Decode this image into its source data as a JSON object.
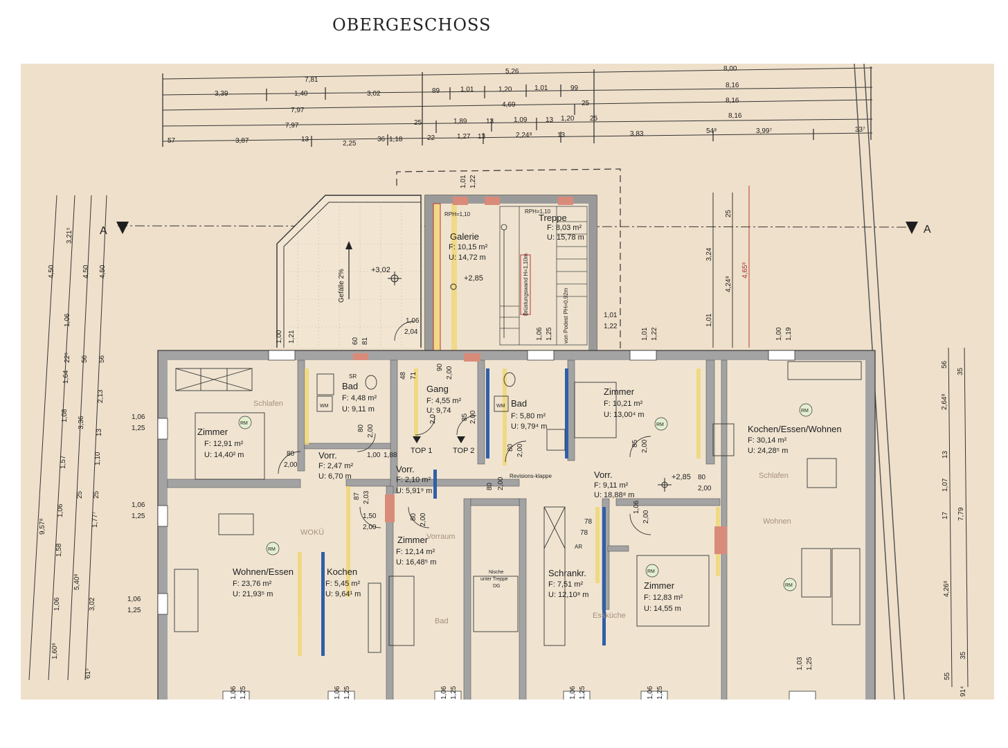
{
  "title": "OBERGESCHOSS",
  "section": {
    "label": "A"
  },
  "rooms": [
    {
      "id": "schlafen-zimmer",
      "name": "Zimmer",
      "area": "F: 12,91 m²",
      "perimeter": "U: 14,40² m"
    },
    {
      "id": "bad-top1",
      "name": "Bad",
      "area": "F: 4,48 m²",
      "perimeter": "U: 9,11 m"
    },
    {
      "id": "gang",
      "name": "Gang",
      "area": "F: 4,55 m²",
      "perimeter": "U: 9,74"
    },
    {
      "id": "galerie",
      "name": "Galerie",
      "area": "F: 10,15 m²",
      "perimeter": "U: 14,72 m"
    },
    {
      "id": "treppe",
      "name": "Treppe",
      "area": "F: 8,03 m²",
      "perimeter": "U: 15,78 m"
    },
    {
      "id": "bad-top2",
      "name": "Bad",
      "area": "F: 5,80 m²",
      "perimeter": "U: 9,79⁴ m"
    },
    {
      "id": "zimmer-top2",
      "name": "Zimmer",
      "area": "F: 10,21 m²",
      "perimeter": "U: 13,00⁴ m"
    },
    {
      "id": "kochen-essen-wohnen",
      "name": "Kochen/Essen/Wohnen",
      "area": "F: 30,14 m²",
      "perimeter": "U: 24,28⁵ m"
    },
    {
      "id": "vorr-1",
      "name": "Vorr.",
      "area": "F: 2,47 m²",
      "perimeter": "U: 6,70 m"
    },
    {
      "id": "vorr-2",
      "name": "Vorr.",
      "area": "F: 2,10 m²",
      "perimeter": "U: 5,91⁹ m"
    },
    {
      "id": "vorr-3",
      "name": "Vorr.",
      "area": "F: 9,11 m²",
      "perimeter": "U: 18,88⁸ m"
    },
    {
      "id": "wohnen-essen",
      "name": "Wohnen/Essen",
      "area": "F: 23,76 m²",
      "perimeter": "U: 21,93⁵ m"
    },
    {
      "id": "kochen",
      "name": "Kochen",
      "area": "F: 5,45 m²",
      "perimeter": "U: 9,64¹ m"
    },
    {
      "id": "zimmer-mitte",
      "name": "Zimmer",
      "area": "F: 12,14 m²",
      "perimeter": "U: 16,48⁵ m"
    },
    {
      "id": "schrankr",
      "name": "Schrankr.",
      "area": "F: 7,51 m²",
      "perimeter": "U: 12,10⁸ m"
    },
    {
      "id": "zimmer-rechts",
      "name": "Zimmer",
      "area": "F: 12,83 m²",
      "perimeter": "U: 14,55 m"
    }
  ],
  "unit_labels": [
    "TOP 1",
    "TOP 2"
  ],
  "levels": [
    "+3,02",
    "+2,85",
    "+2,85"
  ],
  "annotations": {
    "gefaelle": "Gefälle 2%",
    "rph_1": "RPH=1,10",
    "rph_2": "RPH=1,10",
    "bruestung": "Brüstungswand H=1,10m",
    "podest": "von Podest PH=0,92m",
    "revision": "Revisions-klappe",
    "nische_1": "Nische",
    "nische_2": "unter Treppe",
    "nische_3": "DG",
    "sr": "SR",
    "ar": "AR",
    "wm_1": "WM",
    "wm_2": "WM",
    "rm": "RM"
  },
  "ghost_labels": [
    "Schlafen",
    "WOKÜ",
    "Vorraum",
    "Bad",
    "Essküche",
    "Schlafen",
    "Wohnen"
  ],
  "dimension_rows": [
    [
      "7,81",
      "5,26",
      "8,00"
    ],
    [
      "3,39",
      "1,40",
      "3,02",
      "89",
      "1,01",
      "1,20",
      "1,01",
      "99",
      "8,16"
    ],
    [
      "7,97",
      "4,69",
      "25",
      "8,16"
    ],
    [
      "7,97",
      "25",
      "1,89",
      "13",
      "1,09",
      "13",
      "1,20",
      "25",
      "8,16"
    ],
    [
      "57",
      "3,87",
      "13",
      "2,25",
      "36",
      "1,18",
      "22",
      "1,27",
      "13",
      "2,24⁸",
      "13",
      "3,83",
      "54⁸",
      "3,99⁷",
      "33⁷"
    ]
  ],
  "left_dims": [
    "4,50",
    "3,21⁵",
    "4,50",
    "4,50",
    "1,06",
    "22⁵",
    "56",
    "56",
    "1,64",
    "2,13",
    "1,08",
    "3,36",
    "13",
    "1,57",
    "1,10",
    "25",
    "25",
    "1,06",
    "1,77⁷",
    "9,57⁸",
    "1,58",
    "5,40⁸",
    "1,06",
    "3,02",
    "1,60⁸",
    "61⁵"
  ],
  "right_dims": [
    "56",
    "35",
    "2,64⁸",
    "13",
    "1,07",
    "17",
    "7,79",
    "4,26⁸",
    "35",
    "55",
    "91⁴"
  ],
  "upper_right_dims": [
    "25",
    "3,24",
    "4,24⁸",
    "4,65⁸",
    "1,01"
  ],
  "opening_dims": [
    "1,06",
    "1,25",
    "1,06",
    "1,25",
    "1,06",
    "1,25",
    "1,00",
    "1,21",
    "60",
    "81",
    "1,06",
    "2,04",
    "1,01",
    "1,22",
    "1,06",
    "1,25",
    "1,01",
    "1,22",
    "1,01",
    "1,22",
    "1,00",
    "1,19",
    "1,03",
    "1,25",
    "48",
    "71",
    "90",
    "2,00",
    "80",
    "2,00",
    "80",
    "2,00",
    "1,00",
    "1,88",
    "87",
    "2,03",
    "1,50",
    "2,00",
    "80",
    "2,00",
    "80",
    "2,00",
    "85",
    "2,00",
    "1,06",
    "2,00",
    "80",
    "2,00",
    "78",
    "78",
    "80",
    "2,00",
    "85",
    "2,00",
    "2,0"
  ],
  "bottom_dims": [
    "1,06",
    "1,25",
    "1,06",
    "1,25",
    "1,06",
    "1,25",
    "1,06",
    "1,25",
    "1,06",
    "1,25"
  ]
}
